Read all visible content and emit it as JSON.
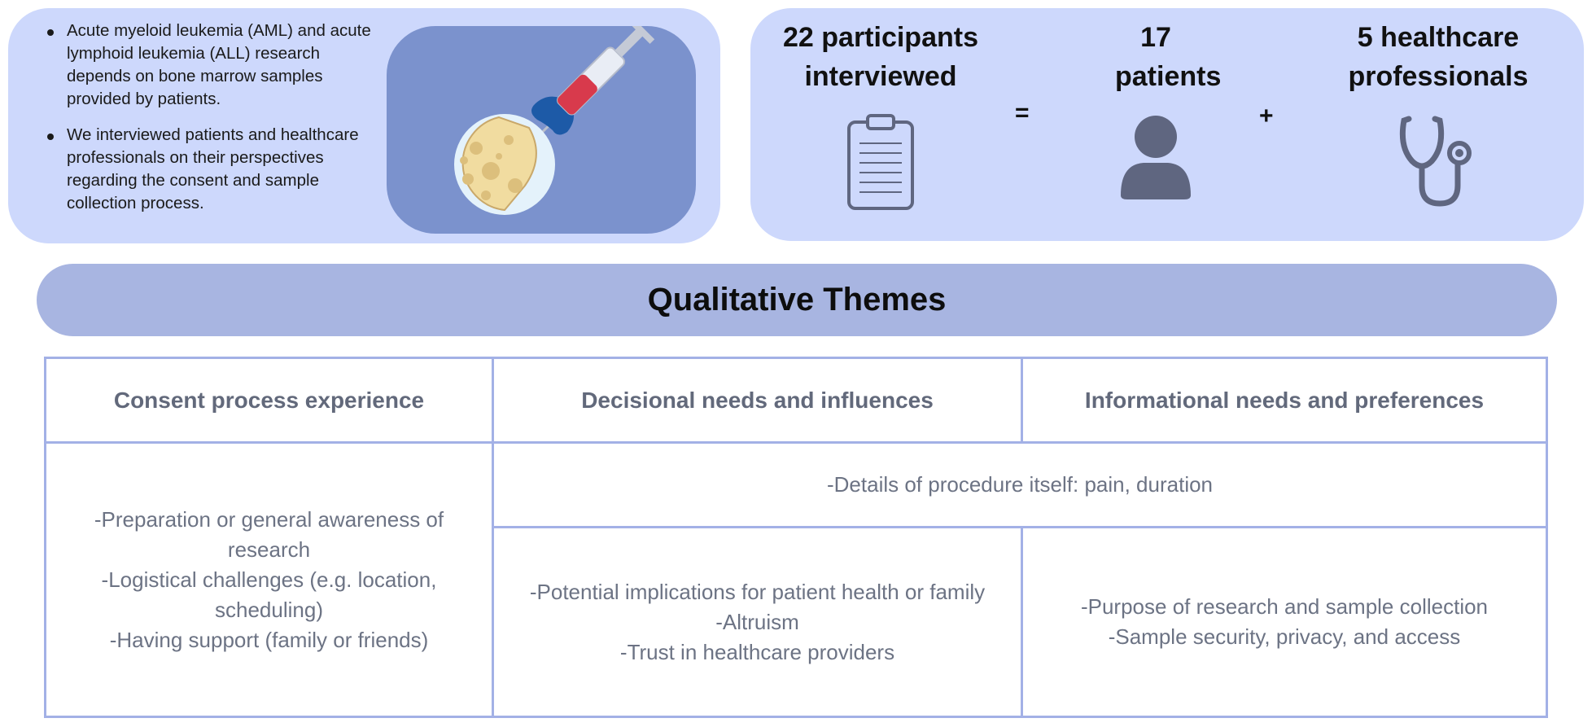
{
  "intro": {
    "bullets": [
      "Acute myeloid leukemia (AML) and acute lymphoid leukemia (ALL) research depends on bone marrow samples provided by patients.",
      "We interviewed patients and healthcare professionals on their perspectives regarding the consent and sample collection process."
    ],
    "illustration_icon": "syringe-bone-marrow-icon"
  },
  "stats": {
    "total_label": "22 participants interviewed",
    "equals": "=",
    "patients_label": "17 patients",
    "plus": "+",
    "professionals_label": "5 healthcare professionals",
    "icons": [
      "clipboard-icon",
      "person-icon",
      "stethoscope-icon"
    ]
  },
  "themes": {
    "title": "Qualitative Themes",
    "headers": [
      "Consent process experience",
      "Decisional needs and influences",
      "Informational needs and preferences"
    ],
    "consent_items": "-Preparation or general awareness of research\n-Logistical challenges (e.g. location, scheduling)\n-Having support (family or friends)",
    "shared_items": "-Details of procedure itself: pain, duration",
    "decisional_items": "-Potential implications for patient health or family\n-Altruism\n-Trust in healthcare providers",
    "informational_items": "-Purpose of research and sample collection\n-Sample security, privacy, and access"
  },
  "colors": {
    "panel_bg": "#cdd8fc",
    "banner_bg": "#a8b5e1",
    "illustration_bg": "#7b92cd",
    "grid_lines": "#a3b1e6",
    "body_text": "#6c7384",
    "icon_gray": "#5f6680"
  }
}
